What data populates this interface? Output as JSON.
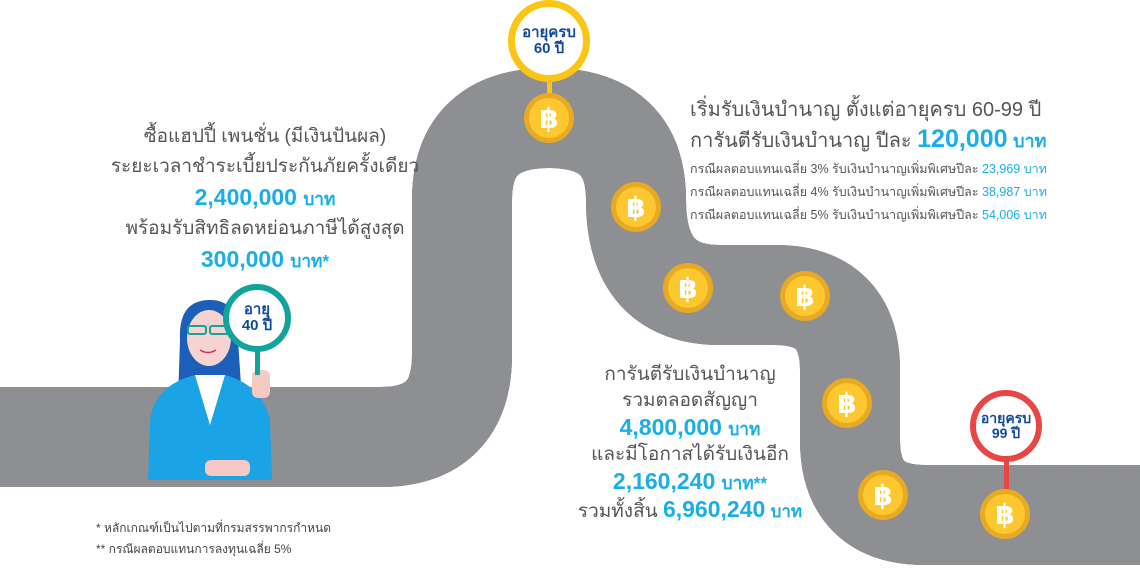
{
  "left_block": {
    "line1": "ซื้อแฮปปี้ เพนชั่น (มีเงินปันผล)",
    "line2": "ระยะเวลาชำระเบี้ยประกันภัยครั้งเดียว",
    "premium_amount": "2,400,000",
    "premium_unit": "บาท",
    "line4": "พร้อมรับสิทธิลดหย่อนภาษีได้สูงสุด",
    "tax_amount": "300,000",
    "tax_unit": "บาท*"
  },
  "right_block": {
    "line1": "เริ่มรับเงินบำนาญ ตั้งแต่อายุครบ 60-99 ปี",
    "line2_prefix": "การันตีรับเงินบำนาญ ปีละ",
    "annual_amount": "120,000",
    "annual_unit": "บาท",
    "cases": [
      {
        "text": "กรณีผลตอบแทนเฉลี่ย 3% รับเงินบำนาญเพิ่มพิเศษปีละ",
        "amount": "23,969 บาท"
      },
      {
        "text": "กรณีผลตอบแทนเฉลี่ย 4% รับเงินบำนาญเพิ่มพิเศษปีละ",
        "amount": "38,987 บาท"
      },
      {
        "text": "กรณีผลตอบแทนเฉลี่ย 5% รับเงินบำนาญเพิ่มพิเศษปีละ",
        "amount": "54,006 บาท"
      }
    ]
  },
  "bottom_block": {
    "line1": "การันตีรับเงินบำนาญ",
    "line2": "รวมตลอดสัญญา",
    "guaranteed_amount": "4,800,000",
    "guaranteed_unit": "บาท",
    "line4": "และมีโอกาสได้รับเงินอีก",
    "extra_amount": "2,160,240",
    "extra_unit": "บาท**",
    "total_prefix": "รวมทั้งสิ้น",
    "total_amount": "6,960,240",
    "total_unit": "บาท"
  },
  "signs": {
    "age40": {
      "line1": "อายุ",
      "line2": "40 ปี",
      "color": "#12a39a"
    },
    "age60": {
      "line1": "อายุครบ",
      "line2": "60 ปี",
      "color": "#fbc515"
    },
    "age99": {
      "line1": "อายุครบ",
      "line2": "99 ปี",
      "color": "#e84545"
    }
  },
  "coin_symbol": "฿",
  "footnotes": [
    "* หลักเกณฑ์เป็นไปตามที่กรมสรรพากรกำหนด",
    "** กรณีผลตอบแทนการลงทุนเฉลี่ย 5%"
  ]
}
